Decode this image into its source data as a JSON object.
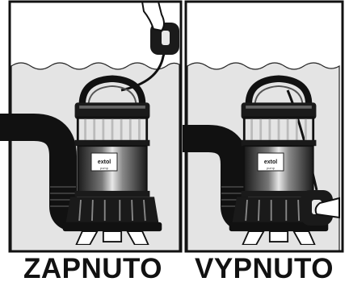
{
  "panels": [
    {
      "id": "on",
      "label": "ZAPNUTO"
    },
    {
      "id": "off",
      "label": "VYPNUTO"
    }
  ],
  "pump": {
    "brand_label": "extol",
    "model_label": "pump"
  },
  "colors": {
    "water": "#e4e4e4",
    "wall": "#ececec",
    "outline": "#111111",
    "pump_black": "#1a1a1a"
  },
  "icons": [
    "hand-icon",
    "float-switch-icon",
    "submersible-pump-icon",
    "discharge-hose-icon",
    "cable-icon",
    "water-surface-icon"
  ]
}
